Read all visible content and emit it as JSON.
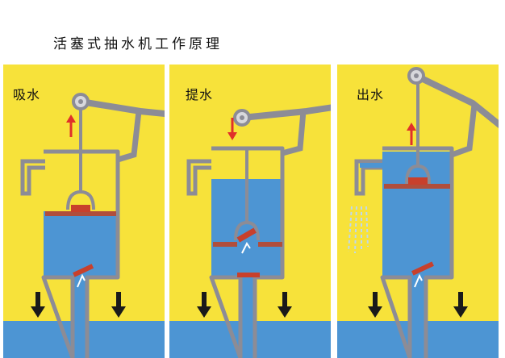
{
  "title": "活塞式抽水机工作原理",
  "panels": [
    {
      "label": "吸水",
      "piston_direction": "up"
    },
    {
      "label": "提水",
      "piston_direction": "down"
    },
    {
      "label": "出水",
      "piston_direction": "up"
    }
  ],
  "colors": {
    "background": "#f7e23a",
    "water": "#4d95d3",
    "pump_gray": "#8c8c96",
    "valve_red": "#c8402c",
    "arrow_red": "#e0302a",
    "arrow_black": "#1a1a1a"
  }
}
